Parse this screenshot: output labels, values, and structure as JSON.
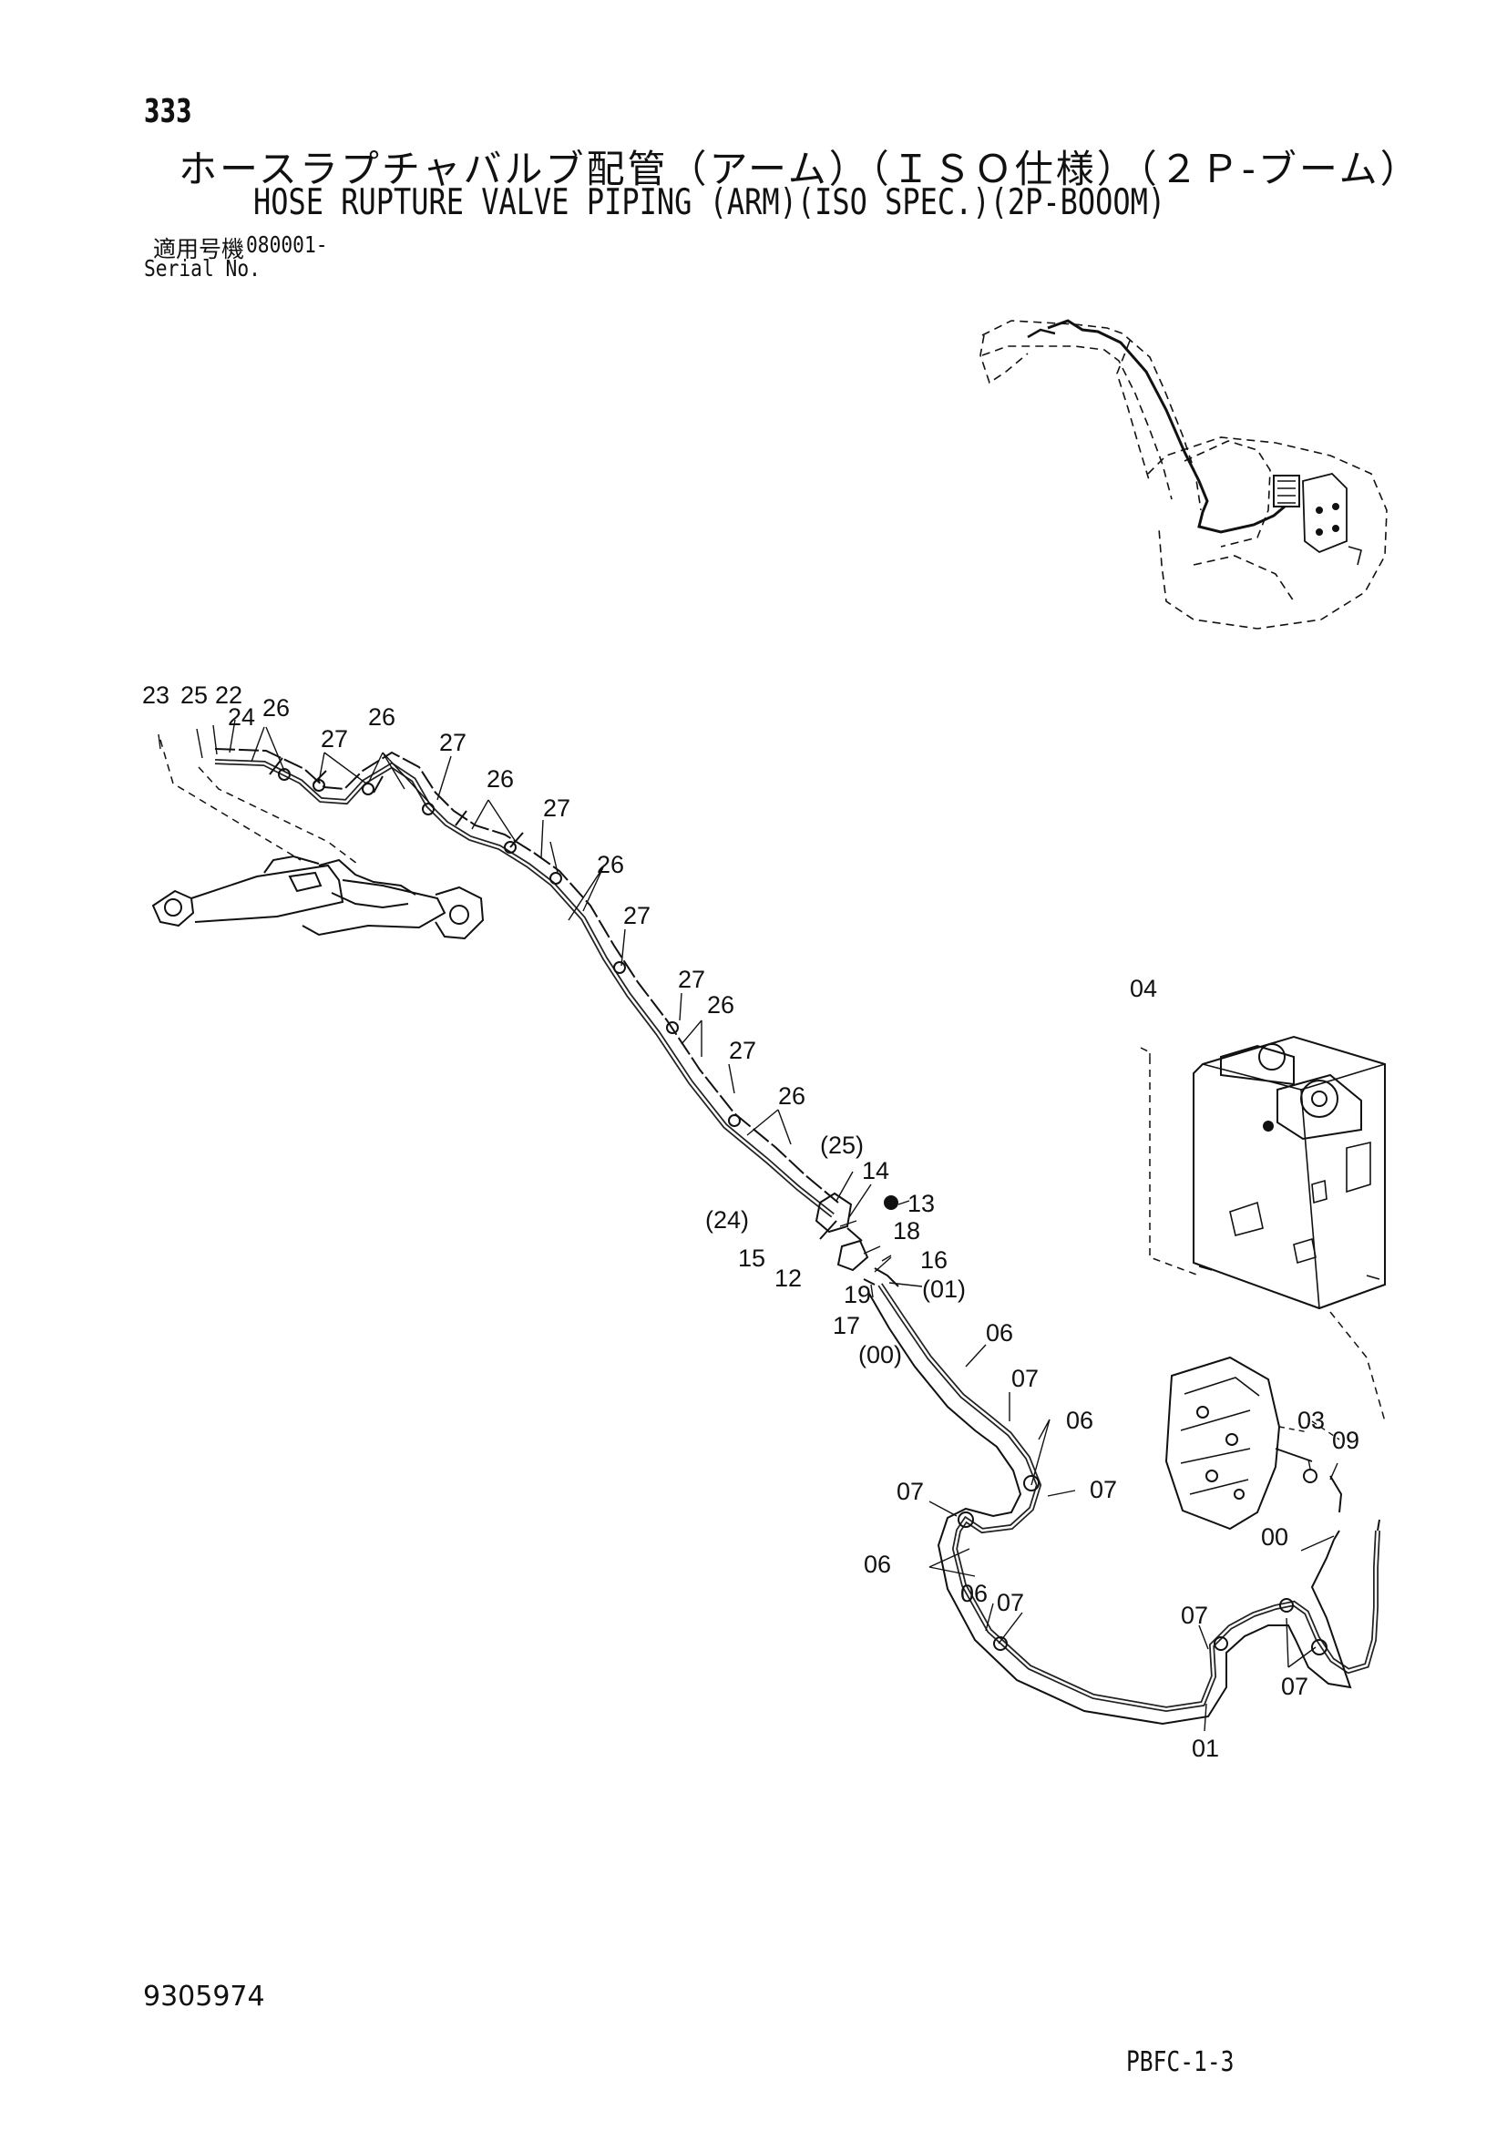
{
  "header": {
    "page_number": "333",
    "title_jp": "ホースラプチャバルブ配管（アーム）（ＩＳＯ仕様）（２Ｐ-ブーム）",
    "title_en": "HOSE RUPTURE VALVE PIPING (ARM)(ISO SPEC.)(2P-BOOOM)",
    "serial_label_jp": "適用号機",
    "serial_value": "080001-",
    "serial_label_en": "Serial No."
  },
  "callouts": [
    "23",
    "25",
    "22",
    "24",
    "26",
    "27",
    "26",
    "27",
    "26",
    "27",
    "26",
    "27",
    "27",
    "26",
    "27",
    "26",
    "(25)",
    "14",
    "(24)",
    "13",
    "15",
    "18",
    "12",
    "16",
    "19",
    "(01)",
    "17",
    "(00)",
    "06",
    "07",
    "06",
    "07",
    "07",
    "06",
    "06",
    "07",
    "07",
    "00",
    "03",
    "09",
    "04",
    "01",
    "07"
  ],
  "footer": {
    "doc_number": "9305974",
    "code": "PBFC-1-3"
  }
}
